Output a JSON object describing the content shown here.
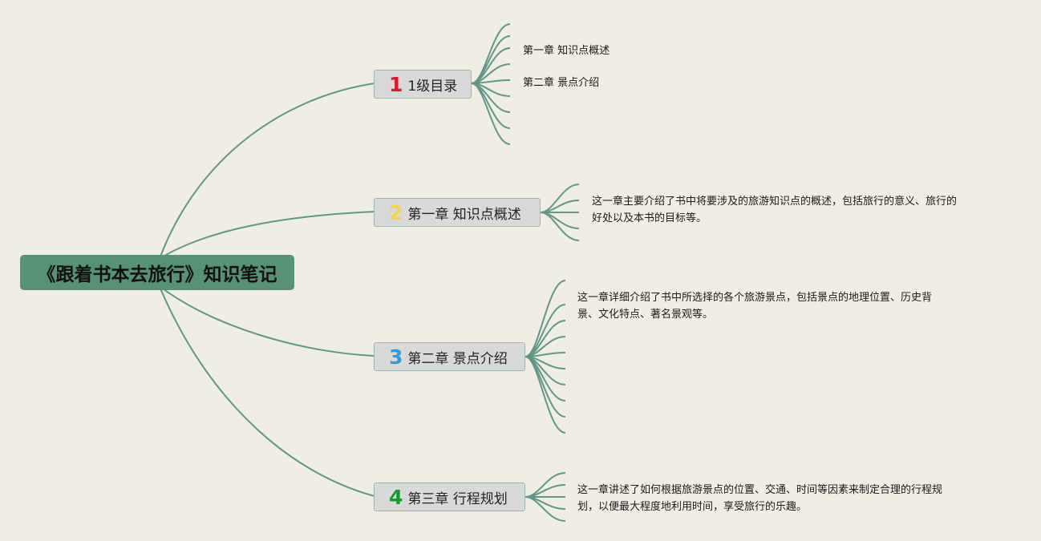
{
  "root": {
    "title": "《跟着书本去旅行》知识笔记"
  },
  "topics": [
    {
      "number": "1",
      "number_color": "#e0162b",
      "label": "1级目录",
      "leaves": [
        "第一章 知识点概述",
        "第二章 景点介绍"
      ]
    },
    {
      "number": "2",
      "number_color": "#f6d44a",
      "label": "第一章 知识点概述",
      "lines": [
        "这一章主要介绍了书中将要涉及的旅游知识点的概述，包括旅行的意义、旅行的",
        "好处以及本书的目标等。"
      ]
    },
    {
      "number": "3",
      "number_color": "#2e9be0",
      "label": "第二章 景点介绍",
      "lines": [
        "这一章详细介绍了书中所选择的各个旅游景点，包括景点的地理位置、历史背",
        "景、文化特点、著名景观等。"
      ]
    },
    {
      "number": "4",
      "number_color": "#159a2c",
      "label": "第三章 行程规划",
      "lines": [
        "这一章讲述了如何根据旅游景点的位置、交通、时间等因素来制定合理的行程规",
        "划，以便最大程度地利用时间，享受旅行的乐趣。"
      ]
    }
  ],
  "colors": {
    "background": "#f0ede3",
    "root_fill": "#569273",
    "topic_fill": "#d9d9d9",
    "connector": "#5f9886"
  }
}
